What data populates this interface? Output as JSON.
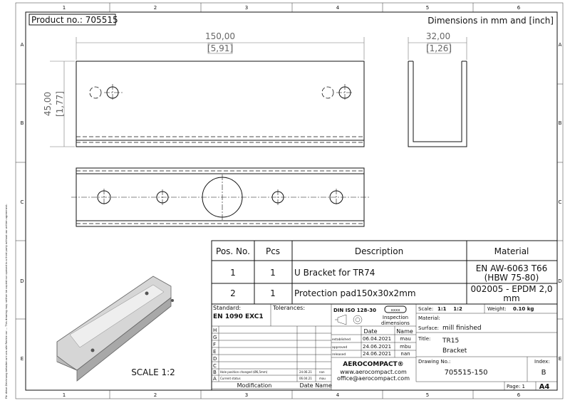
{
  "header": {
    "product_no": "Product no.: 705515",
    "units": "Dimensions in mm and [inch]"
  },
  "grid": {
    "columns": [
      "1",
      "2",
      "3",
      "4",
      "5",
      "6"
    ],
    "rows": [
      "A",
      "B",
      "C",
      "D",
      "E"
    ]
  },
  "side_note": "Für diese Zeichnung behalten wir uns alle Rechte vor ... This drawing may neither be copied nor opened to a third party without our written agreement.",
  "dimensions": {
    "length": "150,00",
    "length_in": "[5,91]",
    "height": "45,00",
    "height_in": "[1,77]",
    "width": "32,00",
    "width_in": "[1,26]"
  },
  "iso_view": {
    "scale_label": "SCALE 1:2"
  },
  "parts_table": {
    "headers": [
      "Pos. No.",
      "Pcs",
      "Description",
      "Material"
    ],
    "rows": [
      {
        "pos": "1",
        "pcs": "1",
        "description": "U Bracket for TR74",
        "material": [
          "EN AW-6063 T66",
          "(HBW 75-80)"
        ]
      },
      {
        "pos": "2",
        "pcs": "1",
        "description": "Protection pad150x30x2mm",
        "material": [
          "002005 - EPDM 2,0",
          "mm"
        ]
      }
    ]
  },
  "title_block": {
    "standard_label": "Standard:",
    "standard": "EN 1090 EXC1",
    "tolerances_label": "Tolerances:",
    "din": "DIN ISO 128-30",
    "inspection_badge": "xxxx",
    "inspection_label": [
      "Inspection",
      "dimensions"
    ],
    "revision_letters": [
      "H",
      "G",
      "F",
      "E",
      "D",
      "C",
      "B",
      "A"
    ],
    "revisions": [
      {
        "letter": "B",
        "text": "Hole position changed (Ø6,5mm)",
        "date": "24.06.21",
        "name": "nan"
      },
      {
        "letter": "A",
        "text": "Current status",
        "date": "06.04.21",
        "name": "mau"
      }
    ],
    "modification_label": "Modification",
    "date_label": "Date",
    "name_label": "Name",
    "approvals": [
      {
        "label": "established",
        "date": "06.04.2021",
        "name": "mau"
      },
      {
        "label": "approved",
        "date": "24.06.2021",
        "name": "mbu"
      },
      {
        "label": "released",
        "date": "24.06.2021",
        "name": "nan"
      }
    ],
    "company": "AEROCOMPACT®",
    "website": "www.aerocompact.com",
    "email": "office@aerocompact.com",
    "scale_label": "Scale:",
    "scale_values": "1:1    1:2",
    "weight_label": "Weight:",
    "weight": "0.10 kg",
    "material_label": "Material:",
    "surface_label": "Surface:",
    "surface": "mill finished",
    "title_label": "Title:",
    "title": [
      "TR15",
      "Bracket"
    ],
    "drawing_no_label": "Drawing No.:",
    "drawing_no": "705515-150",
    "index_label": "Index:",
    "index": "B",
    "page": "Page: 1",
    "format": "A4"
  }
}
